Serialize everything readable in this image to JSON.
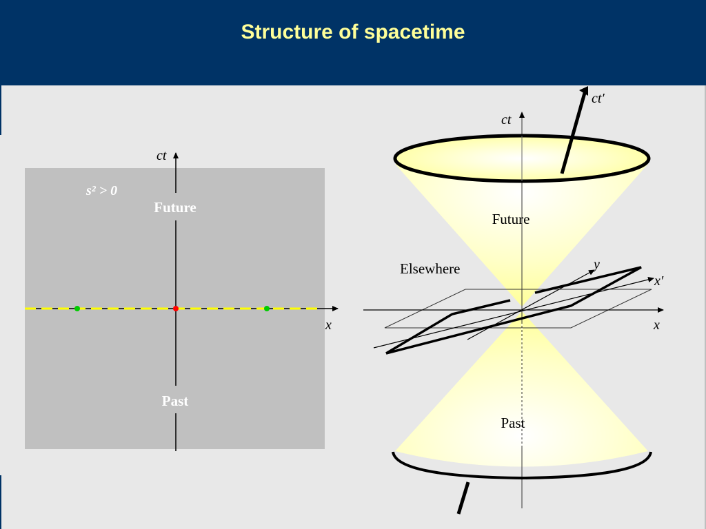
{
  "slide": {
    "title": "Structure of spacetime"
  },
  "left_diagram": {
    "axis_ct": "ct",
    "axis_x": "x",
    "interval": "s² > 0",
    "future": "Future",
    "past": "Past"
  },
  "right_diagram": {
    "axis_ct": "ct",
    "axis_ct_prime": "ct′",
    "axis_x": "x",
    "axis_x_prime": "x′",
    "axis_y": "y",
    "future": "Future",
    "past": "Past",
    "elsewhere": "Elsewhere"
  },
  "colors": {
    "header": "#003366",
    "title": "#ffff99",
    "panel": "#c0c0c0",
    "cone_fill": "#ffff99",
    "simultaneity_line": "#ffff00",
    "event_origin": "#ff0000",
    "event_side": "#00cc00"
  }
}
